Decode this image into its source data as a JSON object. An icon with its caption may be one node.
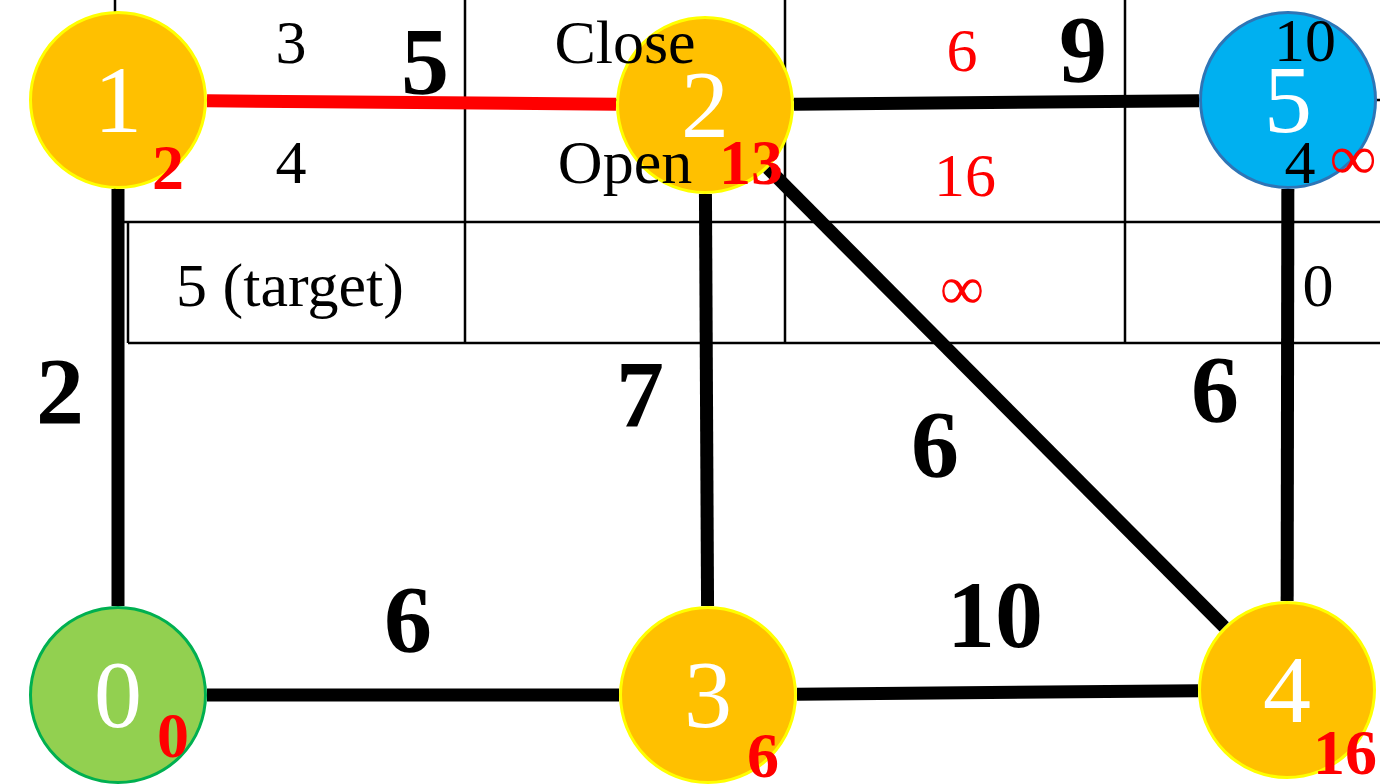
{
  "diagram": {
    "nodes": [
      {
        "text": [
          "0",
          "0"
        ]
      },
      {
        "text": [
          "1",
          "2"
        ]
      },
      {
        "text": [
          "2",
          "13"
        ]
      },
      {
        "text": [
          "3",
          "6"
        ]
      },
      {
        "text": [
          "4",
          "16"
        ]
      },
      {
        "text": [
          "5",
          "∞"
        ]
      }
    ],
    "edges": [
      {
        "from": 0,
        "to": 1,
        "arrow": "none",
        "label": "2"
      },
      {
        "from": 1,
        "to": 2,
        "arrow": "none",
        "label": "5",
        "color": "#ff0000"
      },
      {
        "from": 2,
        "to": 5,
        "arrow": "none",
        "label": "9"
      },
      {
        "from": 2,
        "to": 3,
        "arrow": "none",
        "label": "7"
      },
      {
        "from": 2,
        "to": 4,
        "arrow": "none",
        "label": "6"
      },
      {
        "from": 5,
        "to": 4,
        "arrow": "none",
        "label": "6"
      },
      {
        "from": 0,
        "to": 3,
        "arrow": "none",
        "label": "6"
      },
      {
        "from": 3,
        "to": 4,
        "arrow": "none",
        "label": "10"
      }
    ],
    "labels": [
      "3",
      "Close",
      "6",
      "10",
      "4",
      "Open",
      "16",
      "4",
      "5 (target)",
      "∞",
      "0"
    ]
  }
}
